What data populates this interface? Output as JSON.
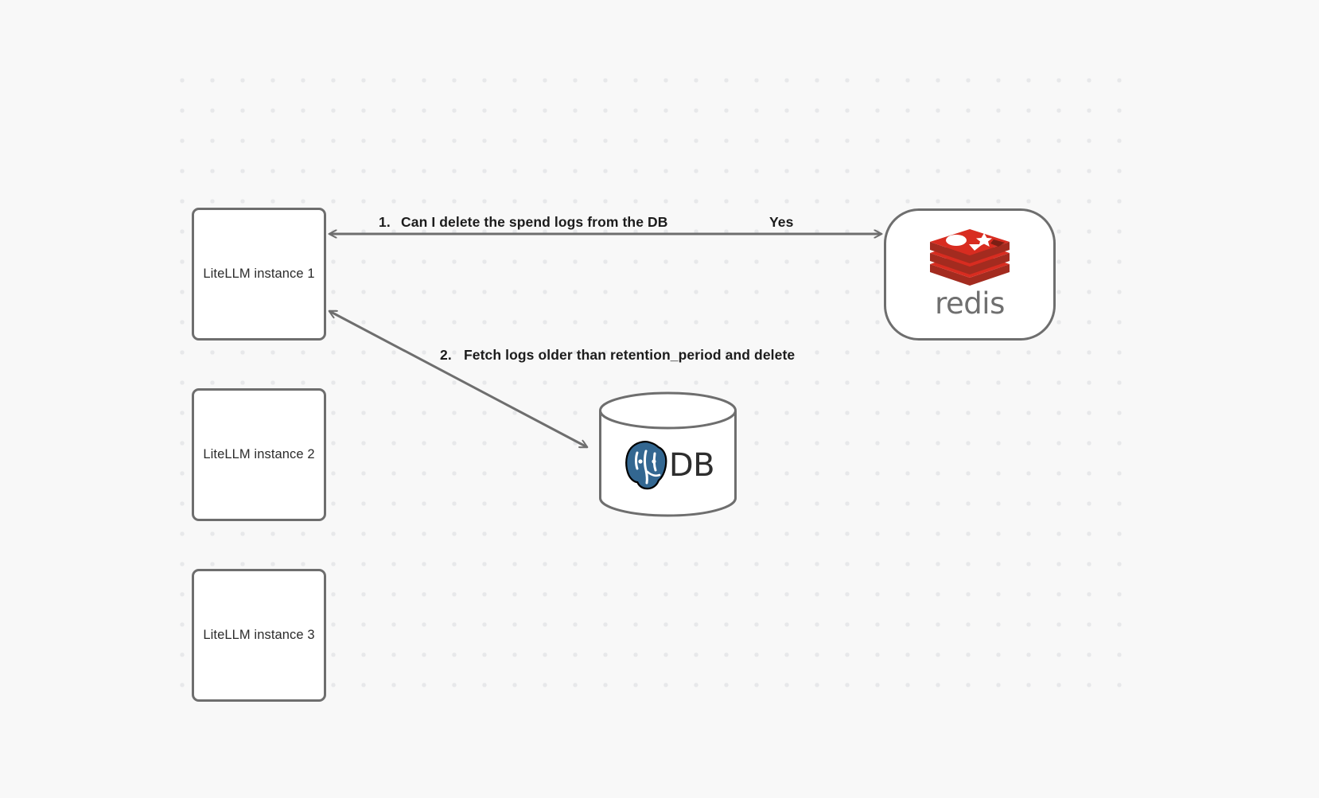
{
  "diagram": {
    "background_color": "#f8f8f8",
    "dot_color": "#e7e8ea",
    "stroke_color": "#6e6e6e",
    "nodes": {
      "litellm_1": {
        "label": "LiteLLM instance 1"
      },
      "litellm_2": {
        "label": "LiteLLM instance 2"
      },
      "litellm_3": {
        "label": "LiteLLM instance 3"
      },
      "redis": {
        "label": "redis",
        "icon": "redis-logo-icon",
        "brand_color": "#d82c20"
      },
      "db": {
        "label": "DB",
        "icon": "postgresql-elephant-icon",
        "brand_color": "#336791"
      }
    },
    "edges": [
      {
        "id": "edge-1",
        "from": "litellm_1",
        "to": "redis",
        "number": "1.",
        "label": "Can I delete the spend logs from the DB",
        "reply": "Yes",
        "arrowheads": "both"
      },
      {
        "id": "edge-2",
        "from": "litellm_1",
        "to": "db",
        "number": "2.",
        "label": "Fetch logs older than retention_period and delete",
        "arrowheads": "both"
      }
    ]
  }
}
